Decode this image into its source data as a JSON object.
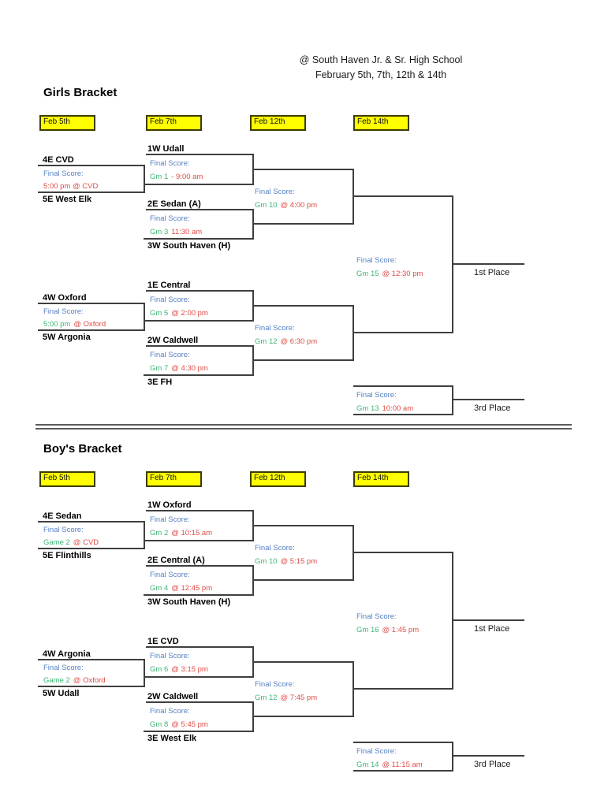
{
  "header": {
    "venue": "@ South Haven Jr. & Sr. High School",
    "dates": "February 5th, 7th, 12th & 14th"
  },
  "colors": {
    "date_highlight": "#FFFF00",
    "score_label_blue": "#5581C2",
    "game_number_green": "#3EB575",
    "game_time_red": "#DE4B45",
    "bracket_line": "#3F3F3F"
  },
  "girls": {
    "title": "Girls Bracket",
    "round_dates": [
      "Feb 5th",
      "Feb 7th",
      "Feb 12th",
      "Feb 14th"
    ],
    "playin_top": {
      "team_top": "4E CVD",
      "label": "Final Score:",
      "green": "",
      "red": "5:00 pm @ CVD",
      "team_bottom": "5E West Elk"
    },
    "game1": {
      "team_top": "1W Udall",
      "label": "Final Score:",
      "green": "Gm 1",
      "red": "- 9:00 am"
    },
    "game3": {
      "team_top": "2E Sedan (A)",
      "label": "Final Score:",
      "green": "Gm 3",
      "red": "11:30 am",
      "team_bottom": "3W South Haven (H)"
    },
    "game10": {
      "label": "Final Score:",
      "green": "Gm 10",
      "red": "@ 4:00 pm"
    },
    "playin_bottom": {
      "team_top": "4W Oxford",
      "label": "Final Score:",
      "green": "5:00 pm",
      "red": "@ Oxford",
      "team_bottom": "5W Argonia"
    },
    "game5": {
      "team_top": "1E Central",
      "label": "Final Score:",
      "green": "Gm 5",
      "red": "@ 2:00 pm"
    },
    "game7": {
      "team_top": "2W Caldwell",
      "label": "Final Score:",
      "green": "Gm 7",
      "red": "@ 4:30 pm",
      "team_bottom": "3E FH"
    },
    "game12": {
      "label": "Final Score:",
      "green": "Gm 12",
      "red": "@ 6:30 pm"
    },
    "championship": {
      "label": "Final Score:",
      "green": "Gm 15",
      "red": "@ 12:30 pm",
      "place": "1st Place"
    },
    "third_place": {
      "label": "Final Score:",
      "green": "Gm 13",
      "red": "10:00 am",
      "place": "3rd Place"
    }
  },
  "boys": {
    "title": "Boy's Bracket",
    "round_dates": [
      "Feb 5th",
      "Feb 7th",
      "Feb 12th",
      "Feb 14th"
    ],
    "playin_top": {
      "team_top": "4E Sedan",
      "label": "Final Score:",
      "green": "Game 2",
      "red": "@ CVD",
      "team_bottom": "5E Flinthills"
    },
    "game2": {
      "team_top": "1W Oxford",
      "label": "Final Score:",
      "green": "Gm 2",
      "red": "@ 10:15 am"
    },
    "game4": {
      "team_top": "2E Central (A)",
      "label": "Final Score:",
      "green": "Gm 4",
      "red": "@ 12:45 pm",
      "team_bottom": "3W South Haven (H)"
    },
    "game10": {
      "label": "Final Score:",
      "green": "Gm 10",
      "red": "@ 5:15 pm"
    },
    "playin_bottom": {
      "team_top": "4W Argonia",
      "label": "Final Score:",
      "green": "Game 2",
      "red": "@ Oxford",
      "team_bottom": "5W Udall"
    },
    "game6": {
      "team_top": "1E CVD",
      "label": "Final Score:",
      "green": "Gm 6",
      "red": "@ 3:15 pm"
    },
    "game8": {
      "team_top": "2W Caldwell",
      "label": "Final Score:",
      "green": "Gm 8",
      "red": "@ 5:45 pm",
      "team_bottom": "3E West Elk"
    },
    "game12": {
      "label": "Final Score:",
      "green": "Gm 12",
      "red": "@ 7:45 pm"
    },
    "championship": {
      "label": "Final Score:",
      "green": "Gm 16",
      "red": "@ 1:45 pm",
      "place": "1st Place"
    },
    "third_place": {
      "label": "Final Score:",
      "green": "Gm 14",
      "red": "@ 11:15 am",
      "place": "3rd Place"
    }
  }
}
